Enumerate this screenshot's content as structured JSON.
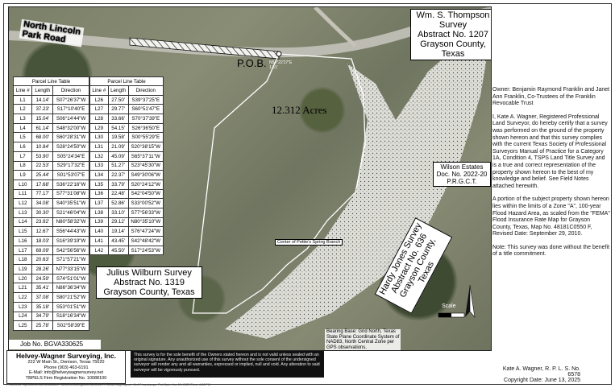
{
  "survey_titles": {
    "thompson": [
      "Wm. S. Thompson Survey",
      "Abstract No. 1207",
      "Grayson County, Texas"
    ],
    "wilburn": [
      "Julius Wilburn Survey",
      "Abstract No. 1319",
      "Grayson County, Texas"
    ],
    "hardy": [
      "Hardy Jones Survey",
      "Abstract No. 636",
      "Grayson County, Texas"
    ]
  },
  "road_label": [
    "North Lincoln",
    "Park Road"
  ],
  "pob_label": "P.O.B.",
  "acreage": "12.312 Acres",
  "pob_bearing": [
    "N54°22'27\"E",
    "1.51'"
  ],
  "wilson_estates": [
    "Wilson Estates",
    "Doc. No. 2022-20",
    "P.R.G.C.T."
  ],
  "spring_branch": "Center of Pettie's Spring Branch",
  "basis_of_bearing": [
    "Bearing Base: Grid North, Texas",
    "State Plane Coordinate System of",
    "NAD83, North Central Zone per",
    "GPS observations."
  ],
  "scale_label": "Scale",
  "job_no": "Job No. BGVA330625",
  "parcel_table": {
    "title": "Parcel Line Table",
    "headers": [
      "Line #",
      "Length",
      "Direction"
    ],
    "left": [
      [
        "L1",
        "14.14'",
        "S07°26'37\"W"
      ],
      [
        "L2",
        "37.23'",
        "S17°10'40\"E"
      ],
      [
        "L3",
        "15.04'",
        "S06°14'44\"W"
      ],
      [
        "L4",
        "61.14'",
        "S48°32'00\"W"
      ],
      [
        "L5",
        "68.00'",
        "S60°28'31\"W"
      ],
      [
        "L6",
        "10.84'",
        "S28°24'50\"W"
      ],
      [
        "L7",
        "53.90'",
        "S05°24'34\"E"
      ],
      [
        "L8",
        "22.53'",
        "S29°17'32\"E"
      ],
      [
        "L9",
        "25.44'",
        "S01°53'07\"E"
      ],
      [
        "L10",
        "17.68'",
        "S36°22'16\"W"
      ],
      [
        "L11",
        "77.17'",
        "S77°31'08\"W"
      ],
      [
        "L12",
        "34.08'",
        "S40°35'51\"W"
      ],
      [
        "L13",
        "30.30'",
        "S21°46'04\"W"
      ],
      [
        "L14",
        "23.92'",
        "N80°58'32\"W"
      ],
      [
        "L15",
        "12.67'",
        "S56°44'43\"W"
      ],
      [
        "L16",
        "18.03'",
        "S16°39'19\"W"
      ],
      [
        "L17",
        "69.09'",
        "S42°56'56\"W"
      ],
      [
        "L18",
        "20.63'",
        "S71°57'21\"W"
      ],
      [
        "L19",
        "28.26'",
        "N77°33'15\"W"
      ],
      [
        "L20",
        "24.59'",
        "S74°51'01\"W"
      ],
      [
        "L21",
        "35.41'",
        "N86°36'34\"W"
      ],
      [
        "L22",
        "37.08'",
        "S80°21'52\"W"
      ],
      [
        "L23",
        "35.18'",
        "S53°01'51\"W"
      ],
      [
        "L24",
        "34.79'",
        "S18°16'34\"W"
      ],
      [
        "L25",
        "25.78'",
        "S02°58'39\"E"
      ]
    ],
    "right": [
      [
        "L26",
        "27.50'",
        "S39°37'25\"E"
      ],
      [
        "L27",
        "29.77'",
        "S60°51'47\"E"
      ],
      [
        "L28",
        "33.66'",
        "S70°37'39\"E"
      ],
      [
        "L29",
        "54.15'",
        "S26°36'50\"E"
      ],
      [
        "L30",
        "19.58'",
        "S00°55'29\"E"
      ],
      [
        "L31",
        "21.09'",
        "S20°38'15\"W"
      ],
      [
        "L32",
        "45.09'",
        "S65°37'11\"W"
      ],
      [
        "L33",
        "51.27'",
        "S23°45'30\"W"
      ],
      [
        "L34",
        "22.37'",
        "S49°30'06\"W"
      ],
      [
        "L35",
        "33.79'",
        "S20°24'12\"W"
      ],
      [
        "L36",
        "22.48'",
        "S42°04'50\"W"
      ],
      [
        "L37",
        "52.86'",
        "S33°00'52\"W"
      ],
      [
        "L38",
        "33.10'",
        "S77°56'33\"W"
      ],
      [
        "L39",
        "29.12'",
        "N80°35'10\"W"
      ],
      [
        "L40",
        "19.14'",
        "S76°47'24\"W"
      ],
      [
        "L41",
        "43.45'",
        "S42°48'42\"W"
      ],
      [
        "L42",
        "45.50'",
        "S17°24'53\"W"
      ]
    ]
  },
  "owner_block": "Owner: Benjamin Raymond Franklin and Janet Ann Franklin, Co-Trustees of the Franklin Revocable Trust",
  "certification": "I, Kate A. Wagner, Registered Professional Land Surveyor, do hereby certify that a survey was performed on the ground of the property shown hereon and that this survey complies with the current Texas Society of Professional Surveyors Manual of Practice for a Category 1A, Condition 4, TSPS Land Title Survey and is a true and correct representation of the property shown hereon to the best of my knowledge and belief. See Field Notes attached herewith.",
  "flood_note": "A portion of the subject property shown hereon lies within the limits of a Zone \"A\", 100-year Flood Hazard Area, as scaled from the \"FEMA\" Flood Insurance Rate Map for Grayson County, Texas, Map No. 48181C0550 F, Revised Date: September 29, 2010.",
  "title_note": "Note: This survey was done without the benefit of a title commitment.",
  "company": {
    "name": "Helvey-Wagner Surveying, Inc.",
    "address": "222 W Main St., Denison, Texas 75020",
    "phone": "Phone (903) 463-6191",
    "email": "E-Mail: info@helveywagnersurvey.net",
    "firm": "TBPELS Firm Registration No. 10088100"
  },
  "disclaimer": "This survey is for the sole benefit of the Owners stated hereon and is not valid unless sealed with an original signature. Any unauthorized use of this survey without the sole consent of the undersigned surveyor will render any and all warranties, expressed or implied, null and void. Any alteration to said surveyor will be vigorously pursued.",
  "signature": [
    "Kate A. Wagner, R. P. L. S. No. 6578",
    "Copyright Date: June 13, 2025"
  ],
  "file_path": "P:\\Clients\\Projects\\2025\\BGVA330625 Franklin\\Drawings\\BGVA330625 Franklin.dwg  Layout: 11x17 Landscape  Plot Date: Jun 13, 2025  Time: 4:08 PM",
  "colors": {
    "boundary": "#ffffff",
    "text": "#000000",
    "frame": "#222222",
    "disclaimer_bg": "#111111"
  }
}
